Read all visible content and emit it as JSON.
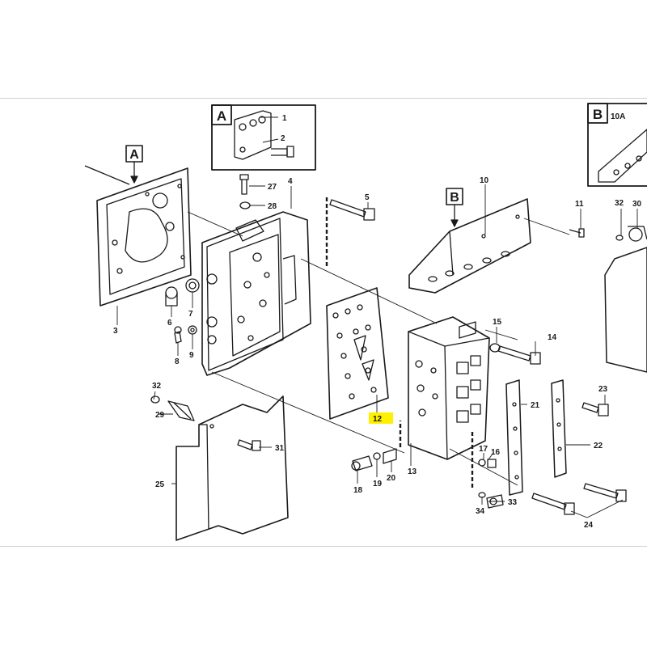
{
  "diagram": {
    "views": [
      {
        "id": "view-a",
        "label": "A"
      },
      {
        "id": "view-b",
        "label": "B"
      }
    ],
    "callouts": [
      {
        "id": "c1",
        "text": "1"
      },
      {
        "id": "c2",
        "text": "2"
      },
      {
        "id": "c3",
        "text": "3"
      },
      {
        "id": "c4",
        "text": "4"
      },
      {
        "id": "c5",
        "text": "5"
      },
      {
        "id": "c6",
        "text": "6"
      },
      {
        "id": "c7",
        "text": "7"
      },
      {
        "id": "c8",
        "text": "8"
      },
      {
        "id": "c9",
        "text": "9"
      },
      {
        "id": "c10",
        "text": "10"
      },
      {
        "id": "c10a",
        "text": "10A"
      },
      {
        "id": "c11",
        "text": "11"
      },
      {
        "id": "c12",
        "text": "12",
        "highlighted": true
      },
      {
        "id": "c13",
        "text": "13"
      },
      {
        "id": "c14",
        "text": "14"
      },
      {
        "id": "c15",
        "text": "15"
      },
      {
        "id": "c16",
        "text": "16"
      },
      {
        "id": "c17",
        "text": "17"
      },
      {
        "id": "c18",
        "text": "18"
      },
      {
        "id": "c19",
        "text": "19"
      },
      {
        "id": "c20",
        "text": "20"
      },
      {
        "id": "c21",
        "text": "21"
      },
      {
        "id": "c22",
        "text": "22"
      },
      {
        "id": "c23",
        "text": "23"
      },
      {
        "id": "c24",
        "text": "24"
      },
      {
        "id": "c25",
        "text": "25"
      },
      {
        "id": "c27",
        "text": "27"
      },
      {
        "id": "c28",
        "text": "28"
      },
      {
        "id": "c29",
        "text": "29"
      },
      {
        "id": "c30",
        "text": "30"
      },
      {
        "id": "c31",
        "text": "31"
      },
      {
        "id": "c32a",
        "text": "32"
      },
      {
        "id": "c32b",
        "text": "32"
      },
      {
        "id": "c33",
        "text": "33"
      },
      {
        "id": "c34",
        "text": "34"
      }
    ],
    "colors": {
      "ink": "#1a1a1a",
      "highlight": "#fff000",
      "background": "#ffffff",
      "frame": "#d0d0d0"
    }
  }
}
